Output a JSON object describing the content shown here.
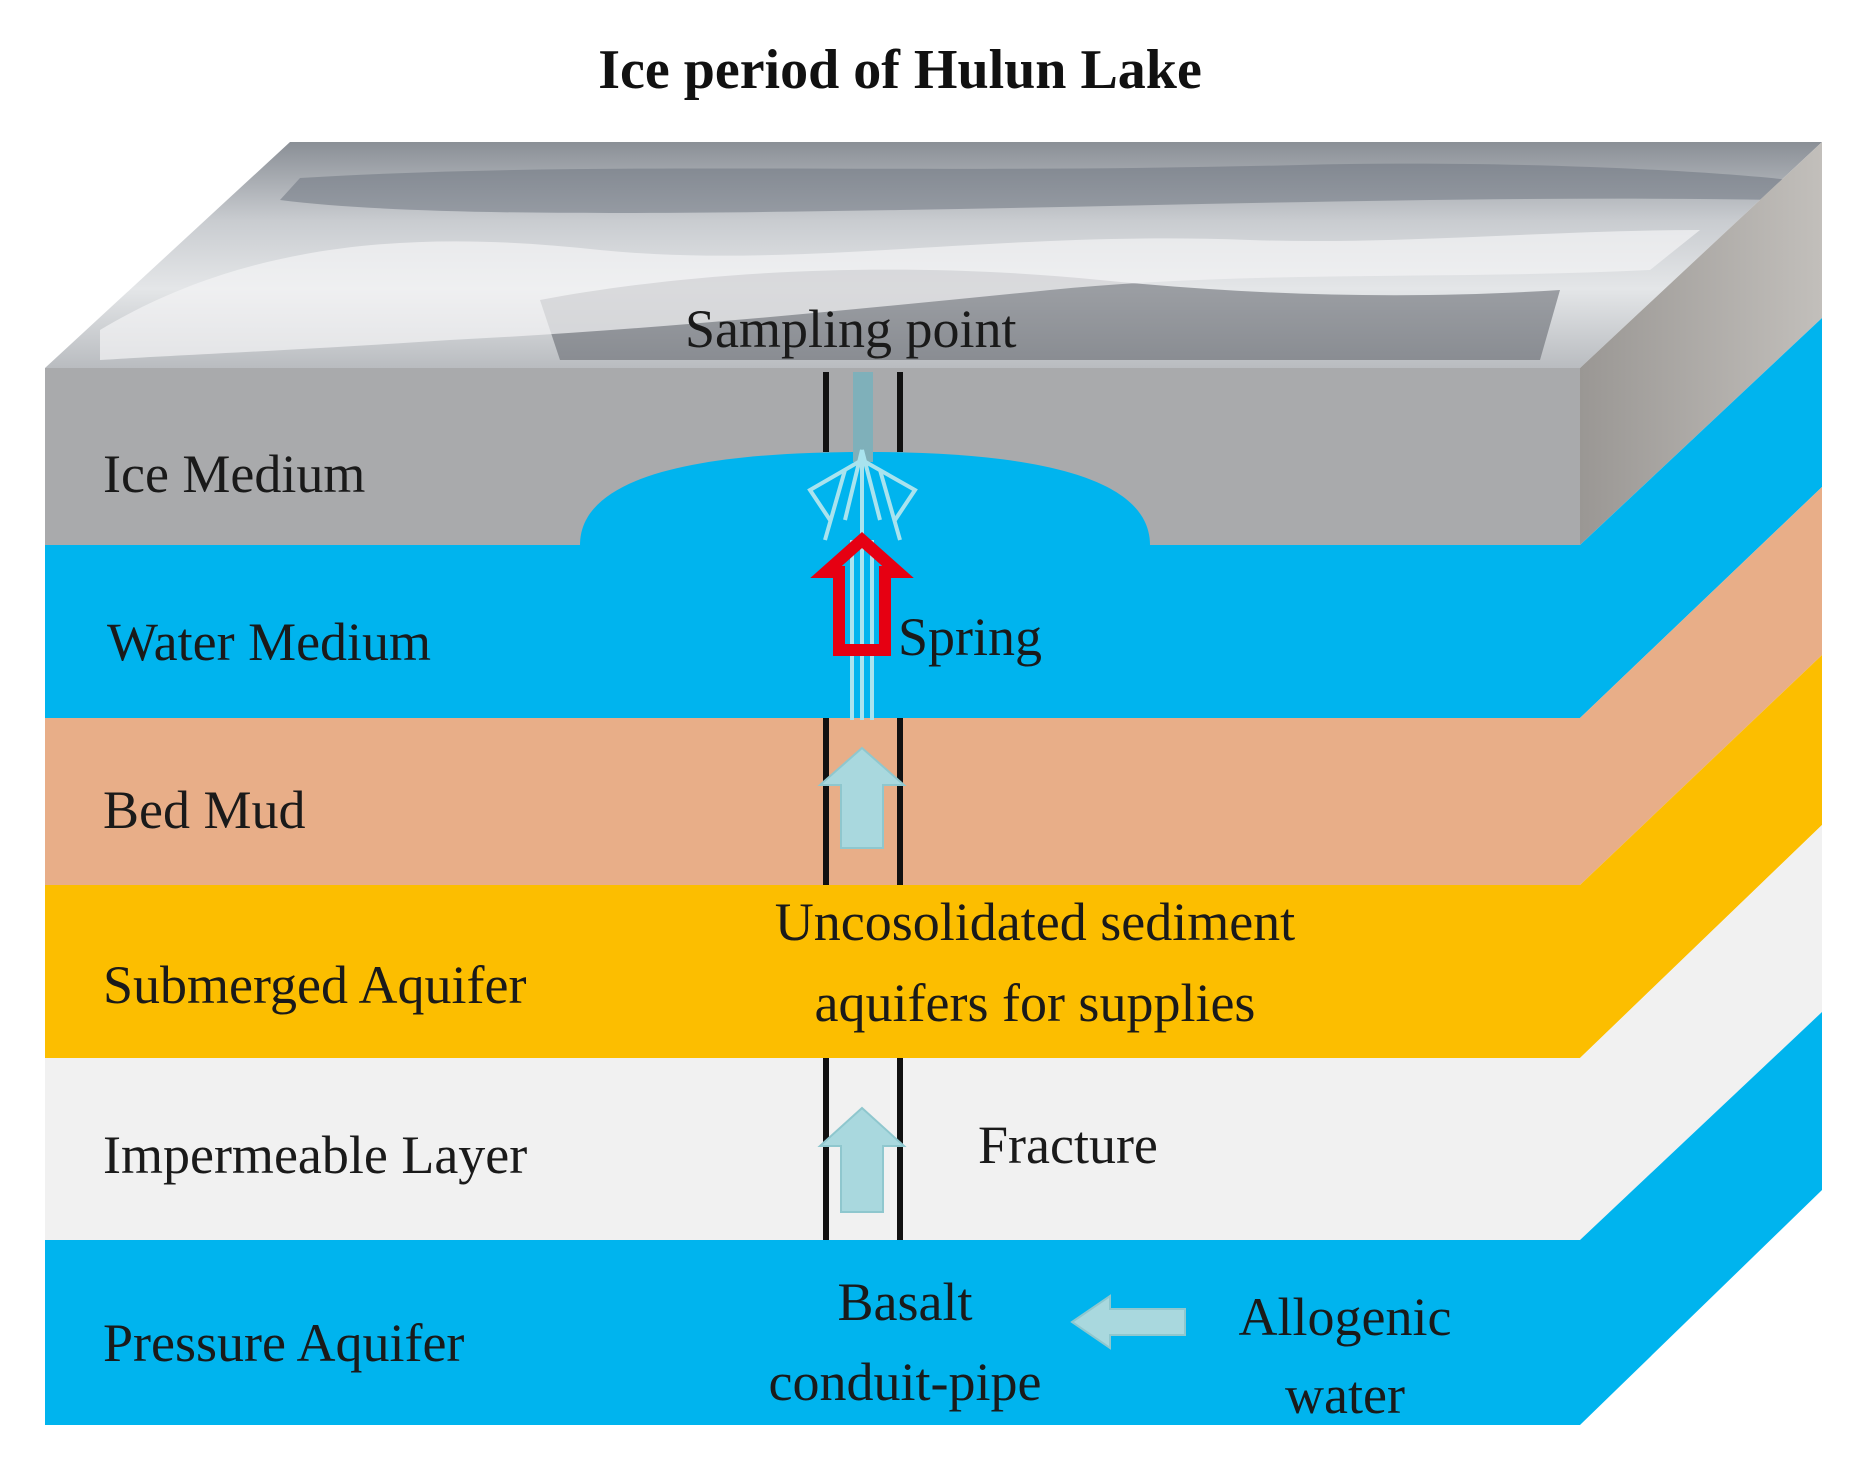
{
  "title": "Ice period of Hulun Lake",
  "layers": [
    {
      "name": "Ice Medium",
      "color": "#a9aaac"
    },
    {
      "name": "Water Medium",
      "color": "#00b4ee"
    },
    {
      "name": "Bed Mud",
      "color": "#e8ae88"
    },
    {
      "name": "Submerged Aquifer",
      "color": "#fcbe00"
    },
    {
      "name": "Impermeable Layer",
      "color": "#f1f1f1"
    },
    {
      "name": "Pressure Aquifer",
      "color": "#00b4ee"
    }
  ],
  "annotations": {
    "sampling_point": "Sampling point",
    "spring": "Spring",
    "sediment_line1": "Uncosolidated sediment",
    "sediment_line2": "aquifers for supplies",
    "fracture": "Fracture",
    "basalt_line1": "Basalt",
    "basalt_line2": "conduit-pipe",
    "allogenic_line1": "Allogenic",
    "allogenic_line2": "water"
  },
  "colors": {
    "spring_arrow": "#e60012",
    "flow_arrow": "#a9d8de",
    "conduit": "#111111"
  }
}
